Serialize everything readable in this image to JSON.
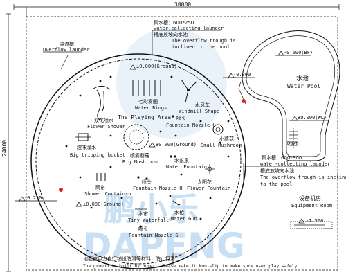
{
  "dimensions": {
    "width_label": "30000",
    "height_label": "24000"
  },
  "levels": {
    "top_center": "±0.000(Ground)",
    "mid": "±0.000(Ground)",
    "left_pool": "±0.000(Ground)",
    "minus_0300": "-0.300",
    "minus_0250": "-0.250",
    "minus_0600": "-0.600(BF)",
    "right_wl": "±0.000(WL)",
    "equipment": "-1.500"
  },
  "annotations": {
    "collecting_top_cn": "集水槽：600*250",
    "collecting_top_en": "water-collecting launder",
    "inclined_top_cn": "槽底放坡向水池",
    "inclined_top_en1": "The overflow trough is",
    "inclined_top_en2": "inclined to the pool",
    "overflow_cn": "溢流槽",
    "overflow_en": "Overflow launder",
    "collecting_right_cn": "集水槽：600*300",
    "collecting_right_en": "water-collecting launder",
    "inclined_right_cn": "槽底放坡向水池",
    "inclined_right_en1": "The overflow trough is inclined",
    "inclined_right_en2": "to the pool",
    "down": "Down",
    "ground_note_cn": "地面由甲方自行铺设防滑等材料，防止打滑！",
    "ground_note_en": "The ground is built by buyer, please make it Non-slip to make sure user play safely"
  },
  "rooms": {
    "pool_cn": "水池",
    "pool_en": "Water Pool",
    "equipment_cn": "设备机房",
    "equipment_en": "Equipment Room"
  },
  "features": {
    "water_rings_cn": "七彩雾圈",
    "water_rings_en": "Water Rings",
    "playing_area": "The Playing Area",
    "windmill_cn": "水风车",
    "windmill_en": "Windmill Shape",
    "fountain_u_cn": "喷头",
    "fountain_u_en": "Fountain Nozzle-U",
    "flower_shower_cn": "双花喷水",
    "flower_shower_en": "Flower Shower",
    "small_mushroom_cn": "小蘑菇",
    "small_mushroom_en": "Small Mushroom",
    "bucket_cn": "趣味灌水",
    "bucket_en": "Big tripping bucket",
    "big_mushroom_cn": "喷雾蘑菇",
    "big_mushroom_en": "Big Mushroom",
    "water_fountain_cn": "水象泉",
    "water_fountain_en": "Water Fountain",
    "curtain_cn": "雨帘",
    "curtain_en": "Shower Curtain-n",
    "fountain_u2_cn": "喷头",
    "fountain_u2_en": "Fountain Nozzle-U",
    "sun_flower_cn": "太阳花",
    "sun_flower_en": "Flower Fountain",
    "waterfall_cn": "水帘",
    "waterfall_en": "Tiny Waterfall",
    "water_gun_cn": "水枪",
    "water_gun_en": "Water Gun",
    "fountain_s_cn": "喷头",
    "fountain_s_en": "Fountain Nozzle-S"
  },
  "watermark": {
    "brand_cn": "鹏小乐",
    "brand_en": "DAPENG"
  },
  "colors": {
    "line": "#111111",
    "marker": "#e02020",
    "watermark": "#9ec6ea"
  }
}
